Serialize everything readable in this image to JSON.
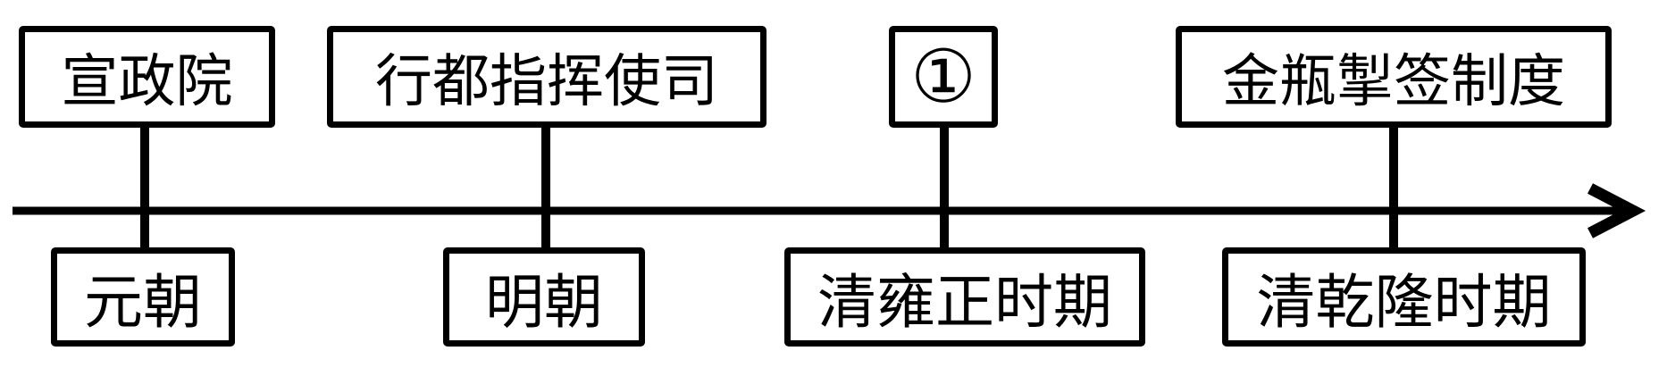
{
  "diagram": {
    "type": "history-timeline",
    "background_color": "#ffffff",
    "stroke_color": "#000000",
    "axis": {
      "orientation": "horizontal",
      "arrow": "right"
    },
    "columns": [
      {
        "top_label": "宣政院",
        "bottom_label": "元朝"
      },
      {
        "top_label": "行都指挥使司",
        "bottom_label": "明朝"
      },
      {
        "top_label": "①",
        "bottom_label": "清雍正时期"
      },
      {
        "top_label": "金瓶掣签制度",
        "bottom_label": "清乾隆时期"
      }
    ]
  }
}
